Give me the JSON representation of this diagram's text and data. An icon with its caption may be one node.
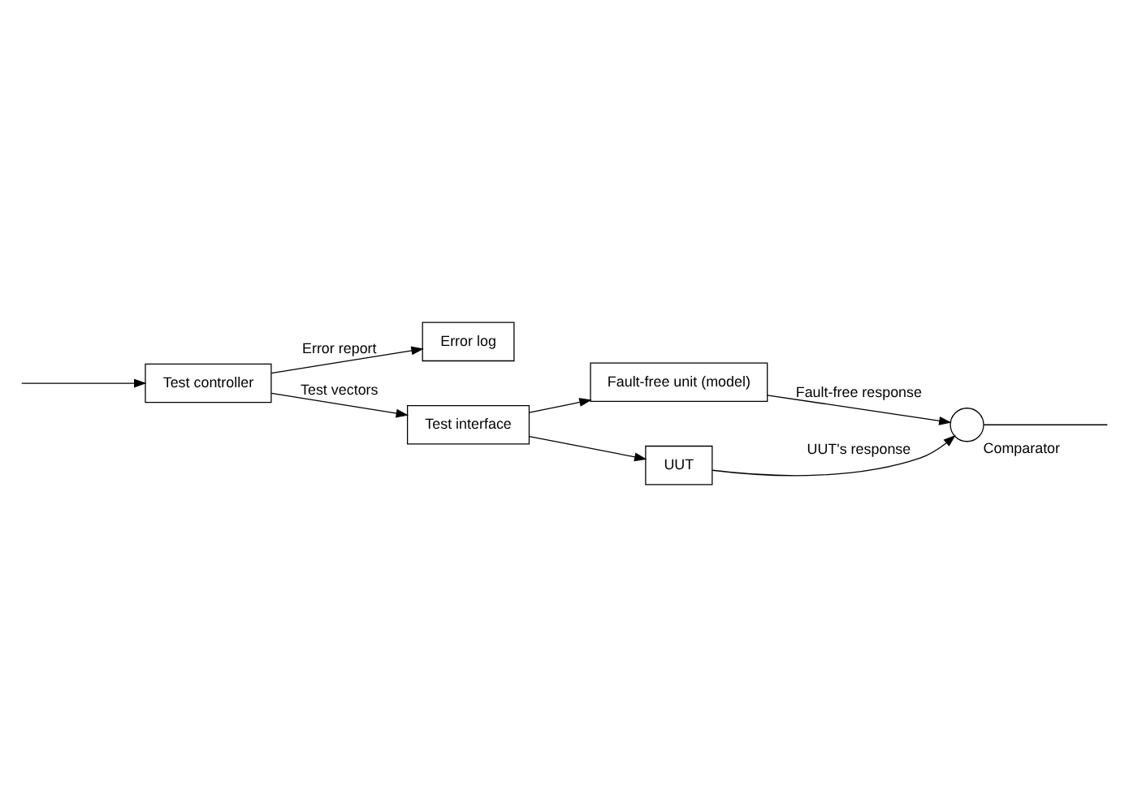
{
  "diagram": {
    "nodes": [
      {
        "text": [
          "Error log"
        ]
      },
      {
        "text": [
          "Test controller"
        ]
      },
      {
        "text": [
          "Test interface"
        ]
      },
      {
        "text": [
          "Fault-free unit (model)"
        ]
      },
      {
        "text": [
          "UUT"
        ]
      },
      {
        "text": [],
        "shape": "circle",
        "beside": [
          "Comparator"
        ]
      }
    ],
    "edges": [
      {
        "from": 1,
        "to": 0,
        "arrow": "to",
        "label": "Error report"
      },
      {
        "from": 1,
        "to": 2,
        "arrow": "to",
        "label": "Test vectors"
      },
      {
        "from": 2,
        "to": 3,
        "arrow": "to"
      },
      {
        "from": 2,
        "to": 4,
        "arrow": "to"
      },
      {
        "from": 3,
        "to": 5,
        "arrow": "to",
        "label": "Fault-free response"
      },
      {
        "from": 4,
        "to": 5,
        "arrow": "to",
        "label": "UUT's response"
      },
      {
        "from": 5,
        "to": null,
        "arrow": "none"
      },
      {
        "from": null,
        "to": 1,
        "arrow": "to"
      }
    ]
  }
}
